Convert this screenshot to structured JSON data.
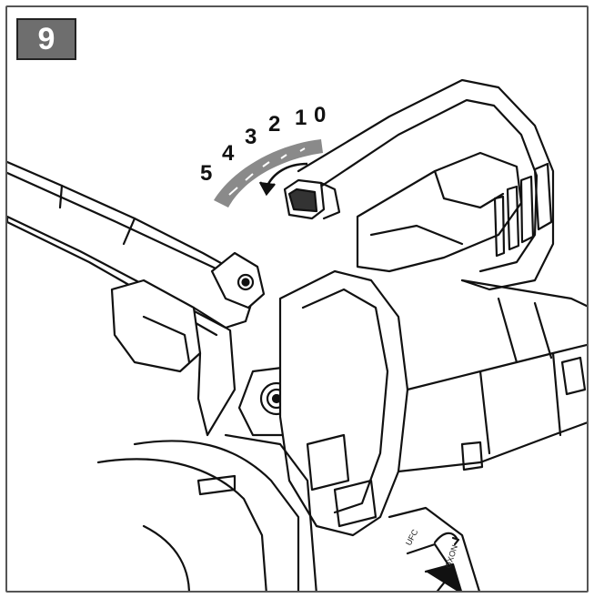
{
  "step": {
    "number": "9"
  },
  "dial": {
    "labels": [
      "5",
      "4",
      "3",
      "2",
      "1",
      "0"
    ]
  },
  "body_labels": {
    "left": "UFC",
    "right": "OXON"
  },
  "colors": {
    "badge": "#6e6e6e",
    "dial_scale": "#8a8a8a",
    "line": "#111111"
  }
}
